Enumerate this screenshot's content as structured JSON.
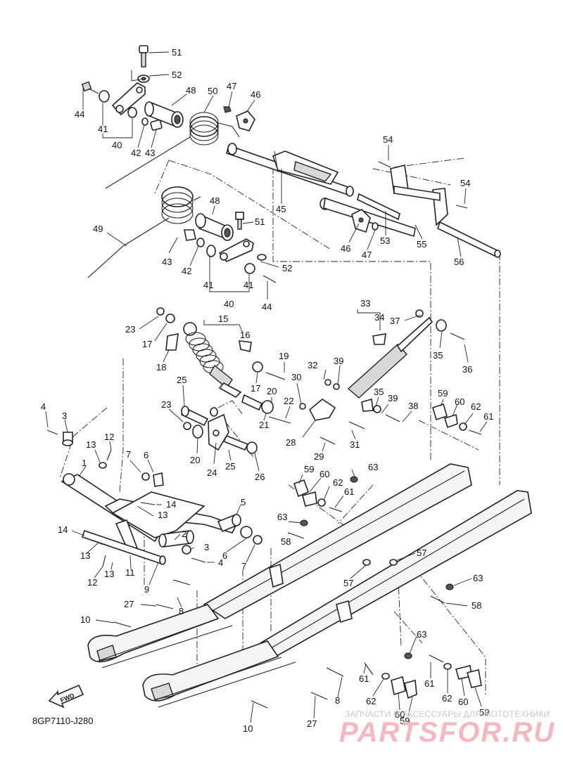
{
  "diagram": {
    "code": "8GP7110-J280",
    "fwd_label": "FWD",
    "watermark_small": "ЗАПЧАСТИ И АКСЕССУАРЫ ДЛЯ МОТОТЕХНИКИ",
    "watermark_large": "PARTSFOR.RU",
    "callouts": [
      "51",
      "52",
      "44",
      "41",
      "40",
      "42",
      "43",
      "48",
      "50",
      "47",
      "46",
      "54",
      "54",
      "45",
      "46",
      "47",
      "53",
      "55",
      "56",
      "49",
      "48",
      "51",
      "43",
      "42",
      "41",
      "41",
      "40",
      "44",
      "52",
      "33",
      "34",
      "37",
      "35",
      "36",
      "15",
      "16",
      "23",
      "17",
      "18",
      "19",
      "17",
      "32",
      "39",
      "30",
      "20",
      "35",
      "39",
      "38",
      "59",
      "60",
      "62",
      "61",
      "25",
      "23",
      "22",
      "21",
      "28",
      "31",
      "20",
      "24",
      "25",
      "26",
      "29",
      "4",
      "3",
      "12",
      "13",
      "1",
      "7",
      "6",
      "63",
      "59",
      "60",
      "62",
      "61",
      "5",
      "14",
      "14",
      "13",
      "2",
      "3",
      "4",
      "63",
      "58",
      "13",
      "12",
      "13",
      "11",
      "9",
      "7",
      "6",
      "57",
      "57",
      "63",
      "8",
      "27",
      "10",
      "58",
      "63",
      "61",
      "8",
      "61",
      "62",
      "60",
      "59",
      "62",
      "60",
      "59",
      "27",
      "10"
    ]
  }
}
